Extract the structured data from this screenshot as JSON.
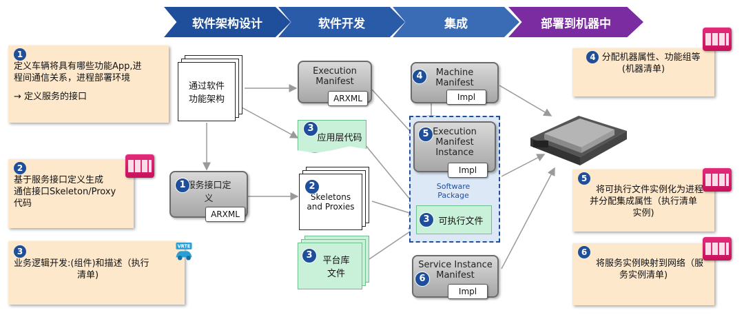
{
  "phases": [
    {
      "label": "软件架构设计",
      "color": "#1f4e9b"
    },
    {
      "label": "软件开发",
      "color": "#2a5ba8"
    },
    {
      "label": "集成",
      "color": "#3a6bb5"
    },
    {
      "label": "部署到机器中",
      "color": "#7a2ca0"
    }
  ],
  "notes": {
    "n1": {
      "num": "1",
      "line1": "定义车辆将具有哪些功能App,进",
      "line2": "程间通信关系，进程部署环境",
      "line3": "→ 定义服务的接口"
    },
    "n2": {
      "num": "2",
      "line1": "基于服务接口定义生成",
      "line2": "通信接口Skeleton/Proxy",
      "line3": "代码"
    },
    "n3": {
      "num": "3",
      "line1": "业务逻辑开发:(组件)和描述（执行",
      "line2": "清单)"
    },
    "n4": {
      "num": "4",
      "line1": "分配机器属性、功能组等",
      "line2": "(机器清单)"
    },
    "n5": {
      "num": "5",
      "line1": "将可执行文件实例化为进程",
      "line2": "并分配集成属性（执行清单",
      "line3": "实例)"
    },
    "n6": {
      "num": "6",
      "line1": "将服务实例映射到网络（服",
      "line2": "务实例清单)"
    }
  },
  "diagram": {
    "doc_arch": {
      "line1": "通过软件",
      "line2": "功能架构"
    },
    "svc_def": {
      "num": "1",
      "line1": "服务接口定",
      "line2": "义",
      "tag": "ARXML"
    },
    "exec_manifest": {
      "line1": "Execution",
      "line2": "Manifest",
      "tag": "ARXML"
    },
    "app_code": {
      "num": "3",
      "label": "应用层代码"
    },
    "skeletons": {
      "num": "2",
      "line1": "Skeletons",
      "line2": "and Proxies"
    },
    "platform_lib": {
      "num": "3",
      "line1": "平台库",
      "line2": "文件"
    },
    "machine_manifest": {
      "num": "4",
      "line1": "Machine",
      "line2": "Manifest",
      "tag": "Impl"
    },
    "exec_instance": {
      "num": "5",
      "line1": "Execution",
      "line2": "Manifest",
      "line3": "Instance",
      "tag": "Impl"
    },
    "software_package": {
      "line1": "Software",
      "line2": "Package"
    },
    "executable": {
      "num": "3",
      "label": "可执行文件"
    },
    "svc_instance": {
      "num": "6",
      "line1": "Service Instance",
      "line2": "Manifest",
      "tag": "Impl"
    }
  },
  "badge_vrte": "VRTE",
  "colors": {
    "note_bg": "#fde8cc",
    "box_gray": "#bfbfbf",
    "doc_green": "#c9f0d8",
    "package_bg": "#dce8f6",
    "num_blue": "#1f4e9b",
    "stamp": "#d81b6a"
  }
}
